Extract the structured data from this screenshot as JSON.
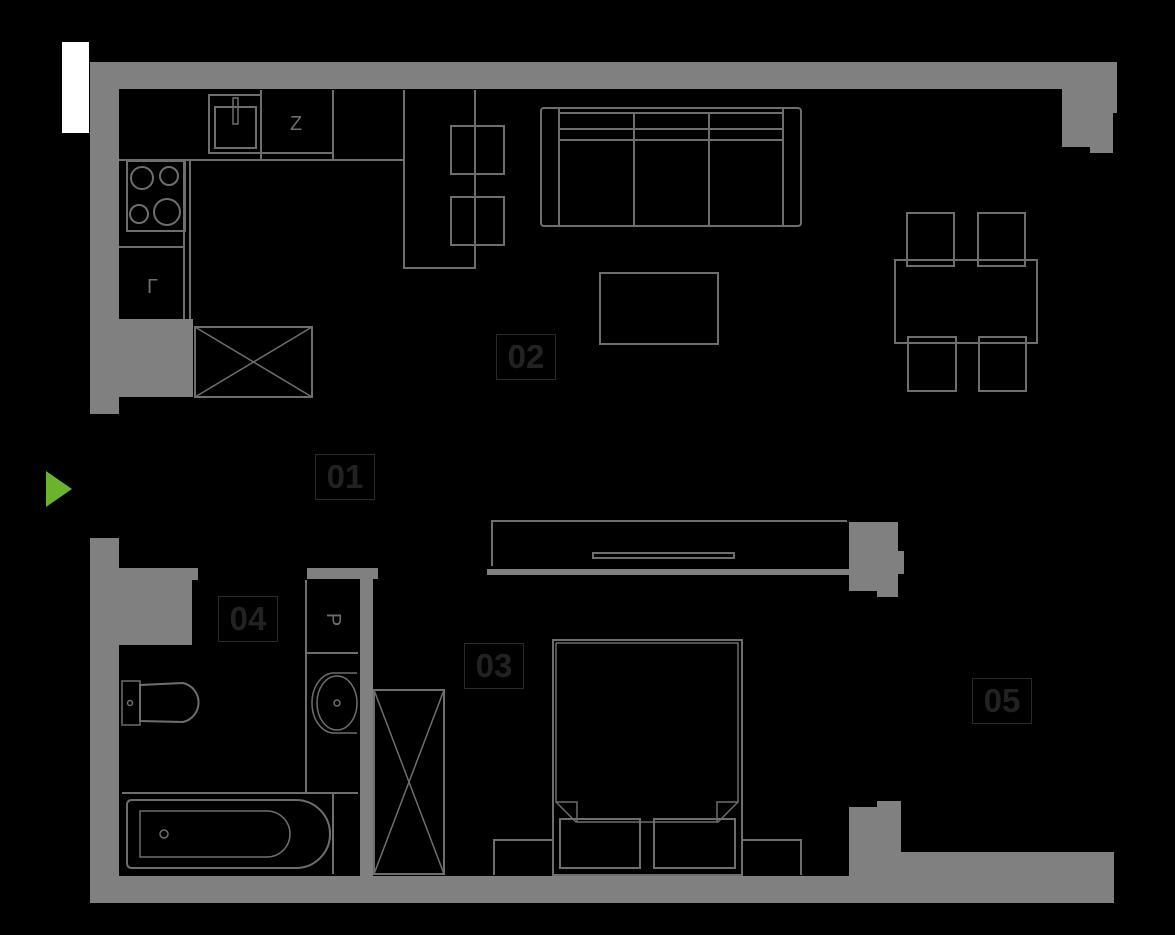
{
  "plan": {
    "type": "apartment-floor-plan",
    "colors": {
      "background": "#000000",
      "walls": "#808080",
      "furniture_lines": "#6e6e6e",
      "room_label_text": "#222222",
      "entry_arrow": "#6ab42d",
      "marker": "#ffffff"
    },
    "rooms": [
      {
        "id": "01",
        "label": "01"
      },
      {
        "id": "02",
        "label": "02"
      },
      {
        "id": "03",
        "label": "03"
      },
      {
        "id": "04",
        "label": "04"
      },
      {
        "id": "05",
        "label": "05"
      }
    ],
    "appliance_letters": {
      "dishwasher": "Z",
      "fridge": "L",
      "washer": "P"
    },
    "icons": {
      "entry": "entry-arrow-icon",
      "marker": "north-marker-icon"
    }
  }
}
